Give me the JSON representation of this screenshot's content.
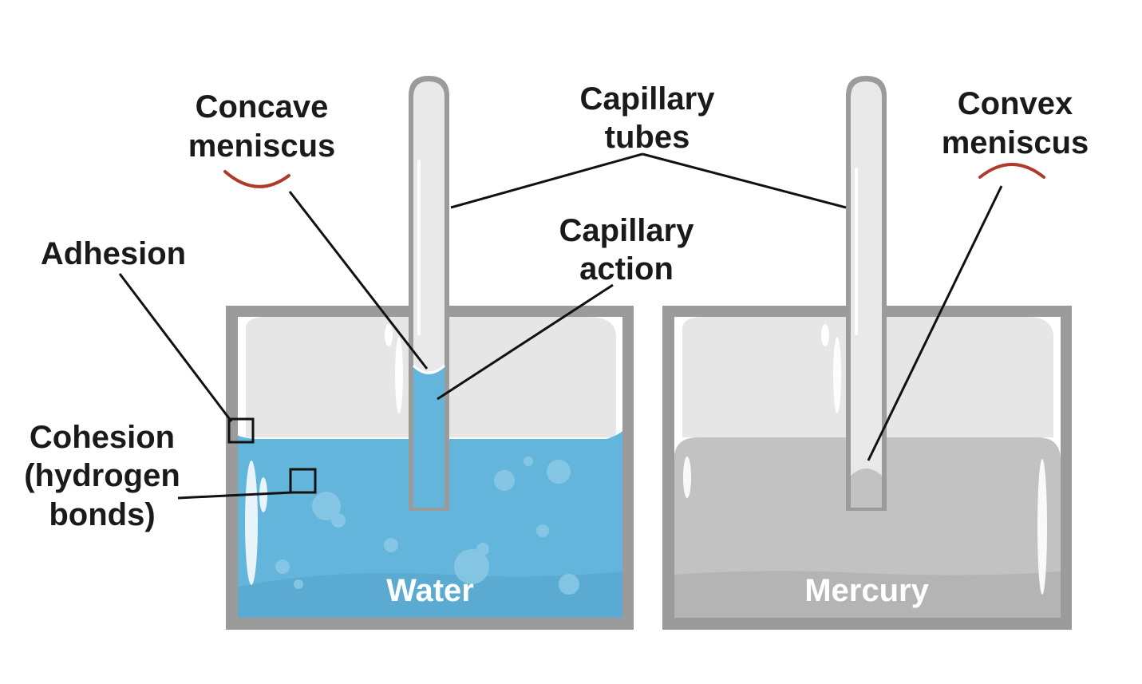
{
  "labels": {
    "concave_line1": "Concave",
    "concave_line2": "meniscus",
    "capillary_tubes_line1": "Capillary",
    "capillary_tubes_line2": "tubes",
    "convex_line1": "Convex",
    "convex_line2": "meniscus",
    "adhesion": "Adhesion",
    "capillary_action_line1": "Capillary",
    "capillary_action_line2": "action",
    "cohesion_line1": "Cohesion",
    "cohesion_line2": "(hydrogen",
    "cohesion_line3": "bonds)",
    "water": "Water",
    "mercury": "Mercury"
  },
  "colors": {
    "water": "#63b5dc",
    "water_deep": "#5aaad2",
    "mercury": "#c2c2c2",
    "mercury_deep": "#b4b4b4",
    "container_frame": "#9b9b9b",
    "container_interior": "#e6e6e6",
    "tube": "#e9e9e9",
    "tube_outline": "#9b9b9b",
    "meniscus_arc": "#b0392b"
  }
}
